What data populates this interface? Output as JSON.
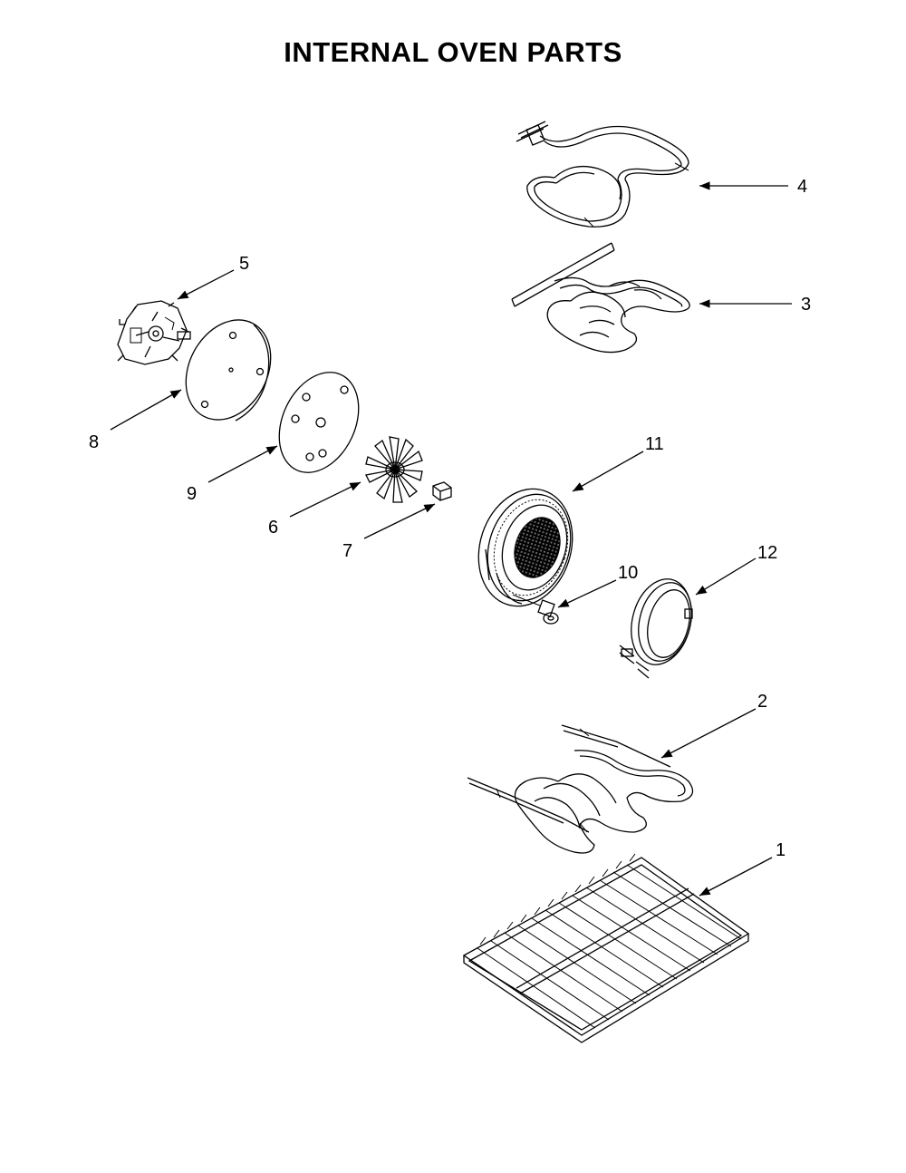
{
  "title": "INTERNAL OVEN PARTS",
  "callouts": {
    "p1": "1",
    "p2": "2",
    "p3": "3",
    "p4": "4",
    "p5": "5",
    "p6": "6",
    "p7": "7",
    "p8": "8",
    "p9": "9",
    "p10": "10",
    "p11": "11",
    "p12": "12"
  }
}
